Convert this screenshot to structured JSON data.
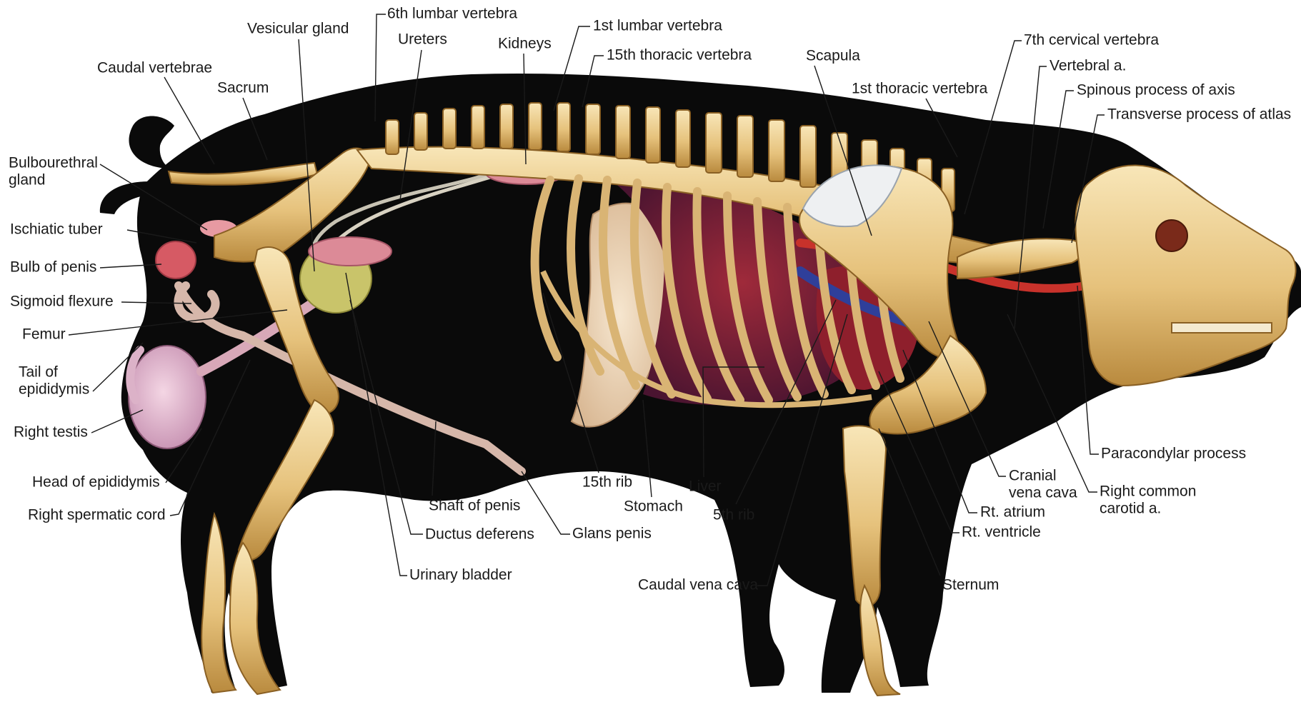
{
  "colors": {
    "background": "#ffffff",
    "silhouette": "#0a0a0a",
    "bone": "#e9c985",
    "bone_shade": "#b8893f",
    "bone_light": "#f6e2b0",
    "organ_red": "#8e1f2c",
    "organ_dark": "#4a1430",
    "artery": "#c8322b",
    "vein": "#2f3f9a",
    "testis": "#e6b8cf",
    "stomach": "#f0dcc0",
    "vesicular": "#c9c46a",
    "kidney": "#dc8a97",
    "leader": "#1a1a1a"
  },
  "diagram": {
    "subject": "pig-skeleton-and-viscera",
    "labels": [
      {
        "id": "sixth_lumbar_vertebra",
        "text": "6th lumbar vertebra"
      },
      {
        "id": "vesicular_gland",
        "text": "Vesicular gland"
      },
      {
        "id": "ureters",
        "text": "Ureters"
      },
      {
        "id": "kidneys",
        "text": "Kidneys"
      },
      {
        "id": "first_lumbar_vertebra",
        "text": "1st lumbar vertebra"
      },
      {
        "id": "fifteenth_thoracic_vertebra",
        "text": "15th thoracic vertebra"
      },
      {
        "id": "scapula",
        "text": "Scapula"
      },
      {
        "id": "seventh_cervical_vertebra",
        "text": "7th cervical vertebra"
      },
      {
        "id": "vertebral_a",
        "text": "Vertebral a."
      },
      {
        "id": "spinous_process_axis",
        "text": "Spinous process of axis"
      },
      {
        "id": "transverse_process_atlas",
        "text": "Transverse process of atlas"
      },
      {
        "id": "caudal_vertebrae",
        "text": "Caudal vertebrae"
      },
      {
        "id": "sacrum",
        "text": "Sacrum"
      },
      {
        "id": "first_thoracic_vertebra",
        "text": "1st thoracic vertebra"
      },
      {
        "id": "bulbourethral_gland_1",
        "text": "Bulbourethral"
      },
      {
        "id": "bulbourethral_gland_2",
        "text": "gland"
      },
      {
        "id": "ischiatic_tuber",
        "text": "Ischiatic tuber"
      },
      {
        "id": "bulb_of_penis",
        "text": "Bulb of penis"
      },
      {
        "id": "sigmoid_flexure",
        "text": "Sigmoid flexure"
      },
      {
        "id": "femur",
        "text": "Femur"
      },
      {
        "id": "tail_epididymis_1",
        "text": "Tail of"
      },
      {
        "id": "tail_epididymis_2",
        "text": "epididymis"
      },
      {
        "id": "right_testis",
        "text": "Right testis"
      },
      {
        "id": "head_epididymis",
        "text": "Head of epididymis"
      },
      {
        "id": "right_spermatic_cord",
        "text": "Right spermatic cord"
      },
      {
        "id": "shaft_of_penis",
        "text": "Shaft of penis"
      },
      {
        "id": "ductus_deferens",
        "text": "Ductus deferens"
      },
      {
        "id": "urinary_bladder",
        "text": "Urinary bladder"
      },
      {
        "id": "glans_penis",
        "text": "Glans penis"
      },
      {
        "id": "fifteenth_rib",
        "text": "15th rib"
      },
      {
        "id": "stomach",
        "text": "Stomach"
      },
      {
        "id": "liver",
        "text": "Liver"
      },
      {
        "id": "fifth_rib",
        "text": "5th rib"
      },
      {
        "id": "caudal_vena_cava",
        "text": "Caudal vena cava"
      },
      {
        "id": "cranial_vena_cava_1",
        "text": "Cranial"
      },
      {
        "id": "cranial_vena_cava_2",
        "text": "vena cava"
      },
      {
        "id": "rt_atrium",
        "text": "Rt. atrium"
      },
      {
        "id": "rt_ventricle",
        "text": "Rt. ventricle"
      },
      {
        "id": "sternum",
        "text": "Sternum"
      },
      {
        "id": "paracondylar_process",
        "text": "Paracondylar process"
      },
      {
        "id": "right_common_carotid_1",
        "text": "Right common"
      },
      {
        "id": "right_common_carotid_2",
        "text": "carotid a."
      }
    ]
  }
}
